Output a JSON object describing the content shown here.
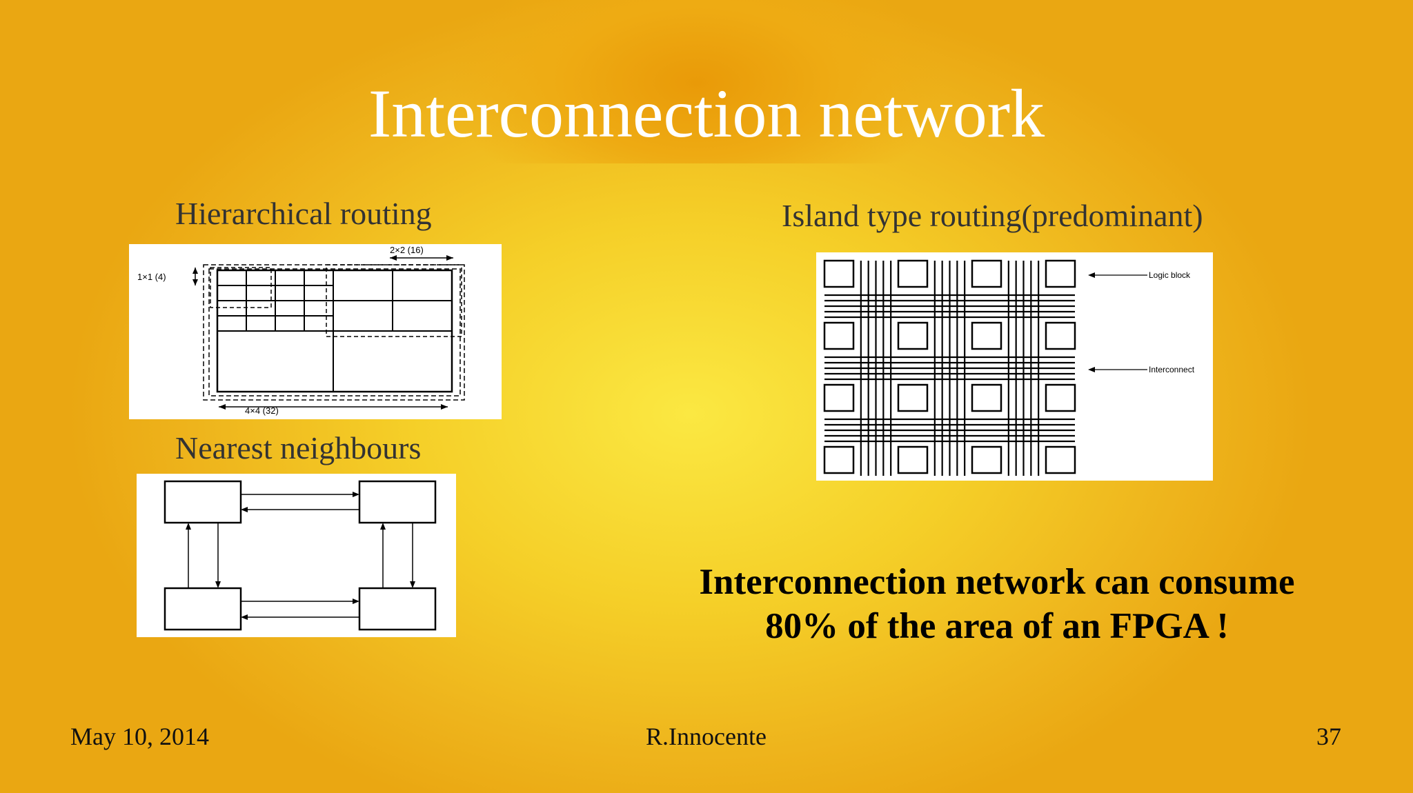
{
  "slide": {
    "title": "Interconnection network",
    "note_line1": "Interconnection network can consume",
    "note_line2": "80% of the area of an FPGA !"
  },
  "diagrams": {
    "hierarchical": {
      "label": "Hierarchical routing",
      "annotations": {
        "small": "1×1 (4)",
        "medium": "2×2 (16)",
        "large": "4×4 (32)"
      }
    },
    "nearest": {
      "label": "Nearest neighbours"
    },
    "island": {
      "label": "Island type routing(predominant)",
      "annotations": {
        "logic": "Logic block",
        "interconnect": "Interconnect"
      }
    }
  },
  "footer": {
    "date": "May 10, 2014",
    "author": "R.Innocente",
    "page": "37"
  },
  "colors": {
    "title": "#ffffff",
    "label": "#333333",
    "note": "#000000",
    "background_center": "#fbe842",
    "background_edge": "#eaa712"
  }
}
